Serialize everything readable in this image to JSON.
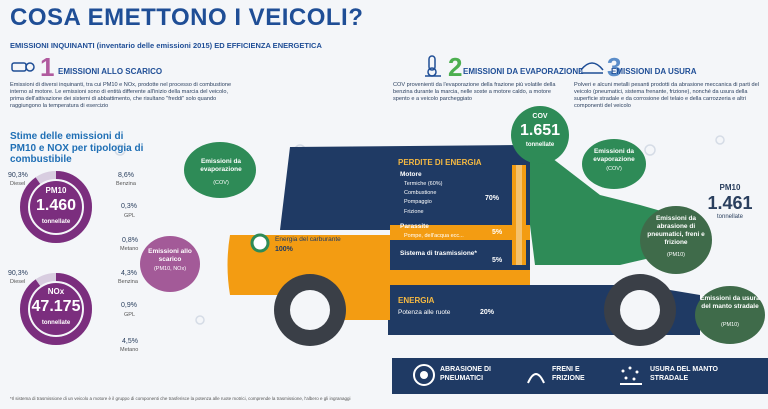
{
  "header": {
    "title": "COSA EMETTONO I VEICOLI?",
    "subtitle": "EMISSIONI INQUINANTI (inventario delle emissioni 2015) ED EFFICIENZA ENERGETICA"
  },
  "sections": [
    {
      "num": "1",
      "title": "EMISSIONI ALLO SCARICO",
      "text": "Emissioni di diversi inquinanti, tra cui PM10 e NOx, prodotte nel processo di combustione interno al motore. Le emissioni sono di entità differente all'inizio della marcia del veicolo, prima dell'attivazione dei sistemi di abbattimento, che risultano \"freddi\" solo quando raggiungono la temperatura di esercizio",
      "color": "#b05a9e"
    },
    {
      "num": "2",
      "title": "EMISSIONI DA EVAPORAZIONE",
      "text": "COV provenienti da l'evaporazione della frazione più volatile della benzina durante la marcia, nelle soste a motore caldo, a motore spento e a veicolo parcheggiato",
      "color": "#4caf50"
    },
    {
      "num": "3",
      "title": "EMISSIONI DA USURA",
      "text": "Polveri e alcuni metalli pesanti prodotti da abrasione meccanica di parti del veicolo (pneumatici, sistema frenante, frizione), nonché da usura della superficie stradale e da corrosione del telaio e della carrozzeria e altri componenti del veicolo",
      "color": "#5b8dc9"
    }
  ],
  "stime": {
    "title": "Stime delle emissioni di PM10 e NOX per tipologia di combustibile",
    "pm10": {
      "label": "PM10",
      "value": "1.460",
      "unit": "tonnellate",
      "diesel": "90,3%",
      "diesel_lbl": "Diesel",
      "benzina": "8,6%",
      "benzina_lbl": "Benzina",
      "gpl": "0,3%",
      "gpl_lbl": "GPL",
      "metano": "0,8%",
      "metano_lbl": "Metano"
    },
    "nox": {
      "label": "NOx",
      "value": "47.175",
      "unit": "tonnellate",
      "diesel": "90,3%",
      "diesel_lbl": "Diesel",
      "benzina": "4,3%",
      "benzina_lbl": "Benzina",
      "gpl": "0,9%",
      "gpl_lbl": "GPL",
      "metano": "4,5%",
      "metano_lbl": "Metano"
    }
  },
  "bubbles": {
    "evap_left": {
      "title": "Emissioni da evaporazione",
      "sub": "(COV)"
    },
    "scarico": {
      "title": "Emissioni allo scarico",
      "sub": "(PM10, NOx)"
    },
    "evap_right": {
      "title": "Emissioni da evaporazione",
      "sub": "(COV)"
    },
    "abrasione": {
      "title": "Emissioni da abrasione di pneumatici, freni e frizione",
      "sub": "(PM10)"
    },
    "usura": {
      "title": "Emissioni da usura del manto stradale",
      "sub": "(PM10)"
    }
  },
  "cov": {
    "label": "COV",
    "value": "1.651",
    "unit": "tonnellate"
  },
  "pm10_right": {
    "label": "PM10",
    "value": "1.461",
    "unit": "tonnellate"
  },
  "energia_carburante": {
    "label": "Energia del carburante",
    "value": "100%"
  },
  "perdite": {
    "title": "PERDITE DI ENERGIA",
    "motore": "Motore",
    "motore_items": [
      "Termiche (60%)",
      "Combustione",
      "Pompaggio",
      "Frizione"
    ],
    "motore_pct": "70%",
    "parassite": "Parassite",
    "parassite_items": [
      "Pompe, dell'acqua ecc..."
    ],
    "parassite_pct": "5%",
    "trasmissione": "Sistema di trasmissione*",
    "trasmissione_pct": "5%"
  },
  "energia": {
    "title": "ENERGIA",
    "label": "Potenza alle ruote",
    "value": "20%"
  },
  "bottom": {
    "abrasione": "ABRASIONE DI PNEUMATICI",
    "freni": "FRENI E FRIZIONE",
    "usura": "USURA DEL MANTO STRADALE"
  },
  "footnote": "*Il sistema di trasmissione di un veicolo a motore è il gruppo di componenti che trasferisce la potenza alle ruote motrici, comprende la trasmissione, l'albero e gli ingranaggi",
  "colors": {
    "navy": "#1f3a64",
    "blue": "#1f4e96",
    "purple": "#7b2e7e",
    "orange": "#f39c12",
    "green": "#2e8b57",
    "mauve": "#a35a98",
    "dkgreen": "#3f6b4a"
  }
}
